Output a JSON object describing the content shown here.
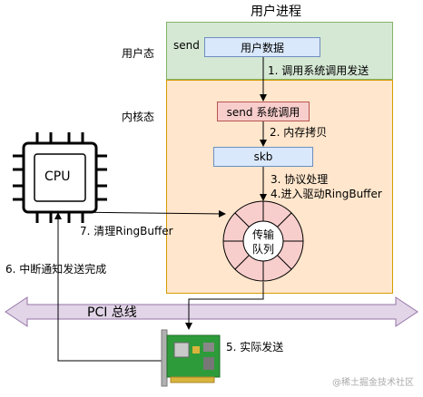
{
  "process_title": "用户进程",
  "user_mode_label": "用户态",
  "kernel_mode_label": "内核态",
  "send_label": "send",
  "user_data_label": "用户数据",
  "syscall_box_label": "send 系统调用",
  "skb_label": "skb",
  "queue_label_line1": "传输",
  "queue_label_line2": "队列",
  "cpu_label": "CPU",
  "pci_label": "PCI 总线",
  "steps": {
    "s1": "1. 调用系统调用发送",
    "s2": "2. 内存拷贝",
    "s3": "3. 协议处理",
    "s4": "4.进入驱动RingBuffer",
    "s5": "5. 实际发送",
    "s6": "6. 中断通知发送完成",
    "s7": "7. 清理RingBuffer"
  },
  "watermark": "@稀土掘金技术社区",
  "colors": {
    "user_zone": "#d5e8d4",
    "kernel_zone": "#ffe6cc",
    "blue_box": "#dae8fc",
    "red_box": "#f8cecc",
    "pci_bus": "#e1d5e7"
  }
}
